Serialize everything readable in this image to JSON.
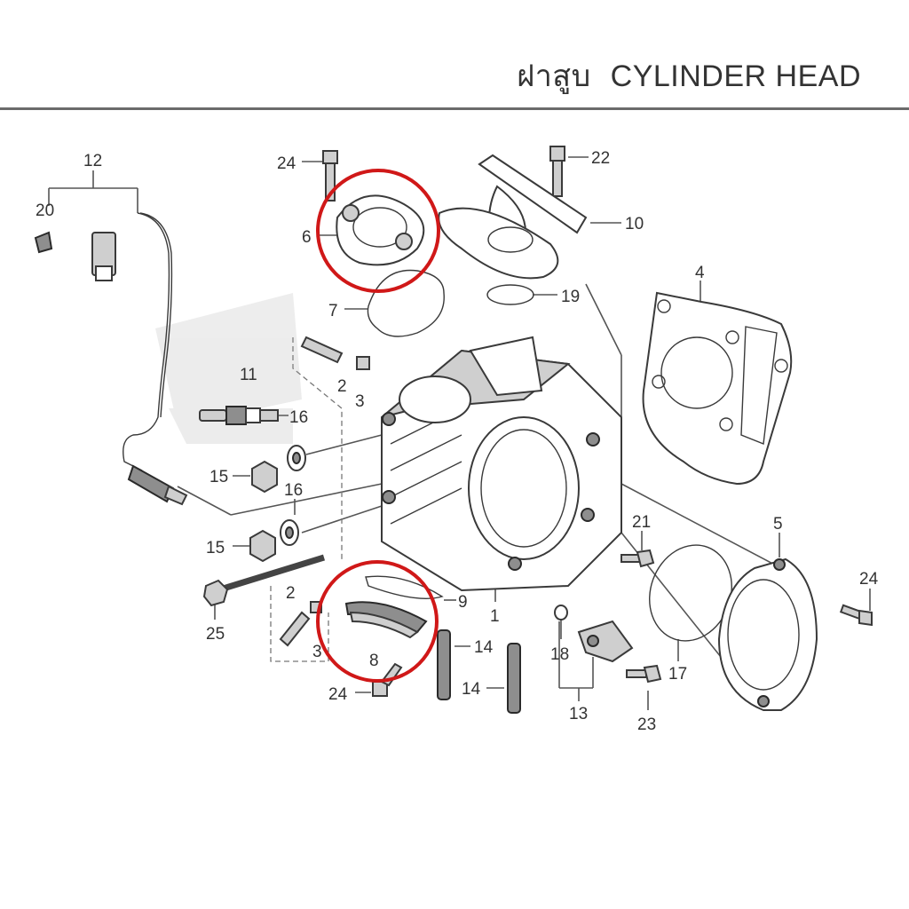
{
  "header": {
    "title_thai": "ฝาสูบ",
    "title_en": "CYLINDER HEAD"
  },
  "callouts": [
    {
      "id": "c1",
      "text": "1"
    },
    {
      "id": "c2a",
      "text": "2"
    },
    {
      "id": "c2b",
      "text": "2"
    },
    {
      "id": "c3a",
      "text": "3"
    },
    {
      "id": "c3b",
      "text": "3"
    },
    {
      "id": "c4",
      "text": "4"
    },
    {
      "id": "c5",
      "text": "5"
    },
    {
      "id": "c6",
      "text": "6"
    },
    {
      "id": "c7",
      "text": "7"
    },
    {
      "id": "c8",
      "text": "8"
    },
    {
      "id": "c9",
      "text": "9"
    },
    {
      "id": "c10",
      "text": "10"
    },
    {
      "id": "c11",
      "text": "11"
    },
    {
      "id": "c12",
      "text": "12"
    },
    {
      "id": "c13",
      "text": "13"
    },
    {
      "id": "c14a",
      "text": "14"
    },
    {
      "id": "c14b",
      "text": "14"
    },
    {
      "id": "c15a",
      "text": "15"
    },
    {
      "id": "c15b",
      "text": "15"
    },
    {
      "id": "c16a",
      "text": "16"
    },
    {
      "id": "c16b",
      "text": "16"
    },
    {
      "id": "c17",
      "text": "17"
    },
    {
      "id": "c18",
      "text": "18"
    },
    {
      "id": "c19",
      "text": "19"
    },
    {
      "id": "c20",
      "text": "20"
    },
    {
      "id": "c21",
      "text": "21"
    },
    {
      "id": "c22",
      "text": "22"
    },
    {
      "id": "c23",
      "text": "23"
    },
    {
      "id": "c24a",
      "text": "24"
    },
    {
      "id": "c24b",
      "text": "24"
    },
    {
      "id": "c24c",
      "text": "24"
    },
    {
      "id": "c25",
      "text": "25"
    }
  ],
  "highlight": {
    "color": "#d01818"
  }
}
